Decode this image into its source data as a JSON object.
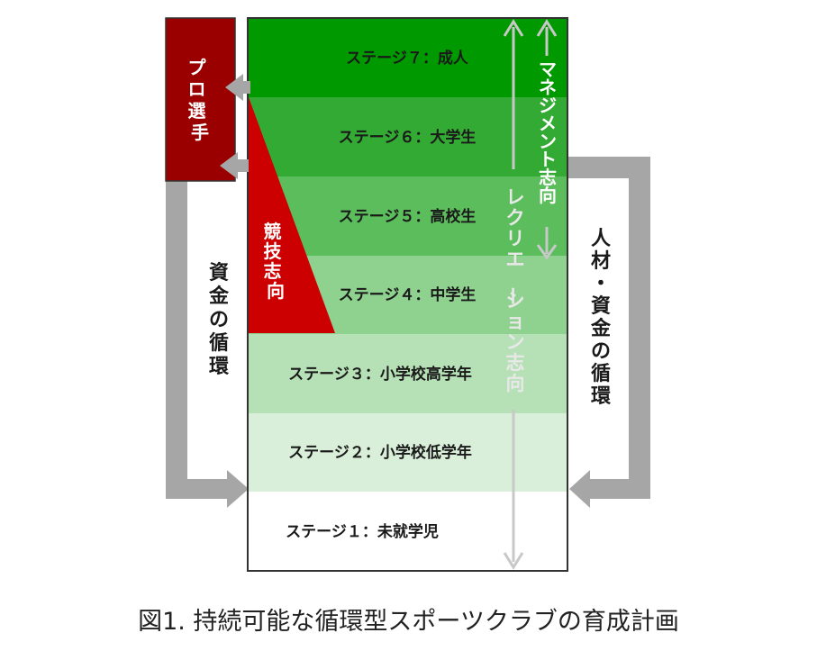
{
  "stages": [
    {
      "label": "ステージ７：成人",
      "color": "#009900"
    },
    {
      "label": "ステージ６：大学生",
      "color": "#33aa33"
    },
    {
      "label": "ステージ５：高校生",
      "color": "#5cbd5c"
    },
    {
      "label": "ステージ４：中学生",
      "color": "#8fd18f"
    },
    {
      "label": "ステージ３：小学校高学年",
      "color": "#b6e0b6"
    },
    {
      "label": "ステージ２：小学校低学年",
      "color": "#d9efd9"
    },
    {
      "label": "ステージ１：未就学児",
      "color": "#ffffff"
    }
  ],
  "pro_players": {
    "text": "プロ選手",
    "color": "#9b0000"
  },
  "competitive": {
    "text": "競技志向",
    "color": "#cc0000"
  },
  "management": {
    "text": "マネジメント志向"
  },
  "recreation": {
    "text": "レクリエーション志向"
  },
  "left_loop": {
    "text": "資金の循環"
  },
  "right_loop": {
    "text": "人材・資金の循環"
  },
  "caption": "図1. 持続可能な循環型スポーツクラブの育成計画",
  "colors": {
    "arrow_gray": "#a6a6a6",
    "border": "#333333"
  }
}
